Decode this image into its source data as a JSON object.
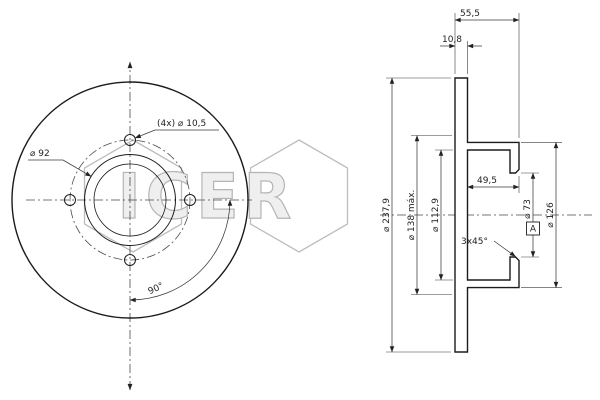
{
  "watermark": {
    "brand": "ICER"
  },
  "front_view": {
    "bolt_holes_label": "(4x) ⌀ 10,5",
    "hub_diameter_label": "⌀ 92",
    "bolt_angle_label": "90°"
  },
  "section_view": {
    "overall_width_label": "55,5",
    "disc_thickness_label": "10,8",
    "outer_diameter_label": "⌀ 237,9",
    "swept_diameter_label": "⌀ 138 máx.",
    "hat_inner_diameter_label": "⌀ 112,9",
    "hat_depth_label": "49,5",
    "center_bore_label": "⌀ 73",
    "hat_outer_diameter_label": "⌀ 126",
    "chamfer_label": "3x45°",
    "datum_label": "A"
  }
}
